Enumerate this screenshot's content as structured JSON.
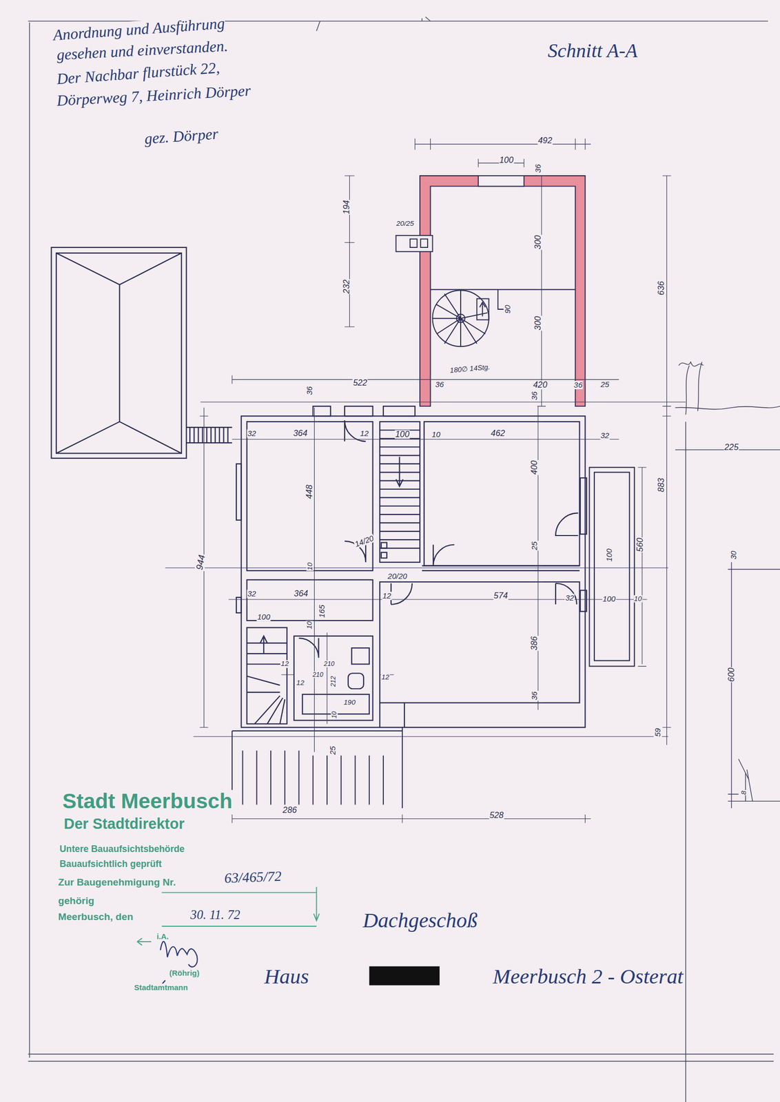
{
  "diagram": {
    "title": "Dachgeschoß",
    "labels": [
      "Anordnung und Ausführung",
      "gesehen und einverstanden.",
      "Der Nachbar flurstück 22,",
      "Dörperweg 7, Heinrich Dörper",
      "gez. Dörper",
      "Schnitt A-A",
      "492",
      "100",
      "36",
      "194",
      "20/25",
      "300",
      "232",
      "636",
      "90",
      "300",
      "180∅ 14Stg.",
      "522",
      "36",
      "420",
      "36",
      "25",
      "36",
      "36",
      "225",
      "32",
      "364",
      "12",
      "100",
      "10",
      "462",
      "32",
      "448",
      "400",
      "883",
      "14/20",
      "944",
      "25",
      "560",
      "100",
      "30",
      "10",
      "20/20",
      "32",
      "364",
      "12",
      "574",
      "32",
      "100",
      "10",
      "165",
      "100",
      "10",
      "386",
      "600",
      "12",
      "210",
      "210",
      "12",
      "12",
      "212",
      "190",
      "10",
      "36",
      "59",
      "25",
      "286",
      "528",
      "8",
      "Stadt Meerbusch",
      "Der Stadtdirektor",
      "Untere Bauaufsichtsbehörde",
      "Bauaufsichtlich geprüft",
      "Zur Baugenehmigung Nr.",
      "63/465/72",
      "gehörig",
      "Meerbusch, den",
      "30. 11. 72",
      "i.A.",
      "(Röhrig)",
      "Stadtamtmann",
      "Haus",
      "Meerbusch 2 - Osterat"
    ]
  }
}
